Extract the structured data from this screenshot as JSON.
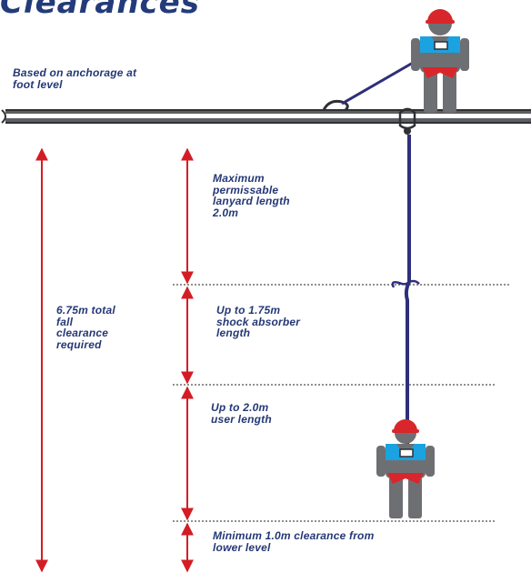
{
  "title": "Clearances",
  "anchorage_note": [
    "Based on anchorage at",
    "foot level"
  ],
  "labels": {
    "lanyard": [
      "Maximum",
      "permissable",
      "lanyard length",
      "2.0m"
    ],
    "total": [
      "6.75m total",
      "fall",
      "clearance",
      "required"
    ],
    "shock": [
      "Up to 1.75m",
      "shock absorber",
      "length"
    ],
    "user": [
      "Up to 2.0m",
      "user length"
    ],
    "clearance": [
      "Minimum 1.0m clearance from",
      "lower level"
    ]
  },
  "colors": {
    "title": "#233b7b",
    "text": "#243875",
    "arrow": "#d41c25",
    "lanyard": "#2e2f7a",
    "beam": "#5b5e63",
    "body": "#6e6f73",
    "harness": "#1aa3e0",
    "helmet": "#d8262b"
  }
}
